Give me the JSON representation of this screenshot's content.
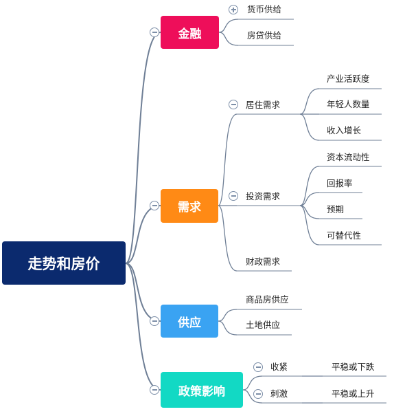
{
  "root": {
    "label": "走势和房价",
    "color": "#0b2a6e"
  },
  "branches": [
    {
      "label": "金融",
      "color": "#ee0e5a",
      "children": [
        {
          "label": "货币供给",
          "toggle": "plus",
          "children": []
        },
        {
          "label": "房贷供给",
          "children": []
        }
      ]
    },
    {
      "label": "需求",
      "color": "#ff8a15",
      "children": [
        {
          "label": "居住需求",
          "toggle": "minus",
          "children": [
            "产业活跃度",
            "年轻人数量",
            "收入增长"
          ]
        },
        {
          "label": "投资需求",
          "toggle": "minus",
          "children": [
            "资本流动性",
            "回报率",
            "预期",
            "可替代性"
          ]
        },
        {
          "label": "财政需求",
          "children": []
        }
      ]
    },
    {
      "label": "供应",
      "color": "#3aa3f2",
      "children": [
        {
          "label": "商品房供应",
          "children": []
        },
        {
          "label": "土地供应",
          "children": []
        }
      ]
    },
    {
      "label": "政策影响",
      "color": "#12d9c4",
      "children": [
        {
          "label": "收紧",
          "toggle": "minus",
          "children": [
            "平稳或下跌"
          ]
        },
        {
          "label": "刺激",
          "toggle": "minus",
          "children": [
            "平稳或上升"
          ]
        }
      ]
    }
  ],
  "colors": {
    "line": "#6f7f96",
    "underline": "#6f7f96",
    "toggle": "#7d8fa8"
  }
}
